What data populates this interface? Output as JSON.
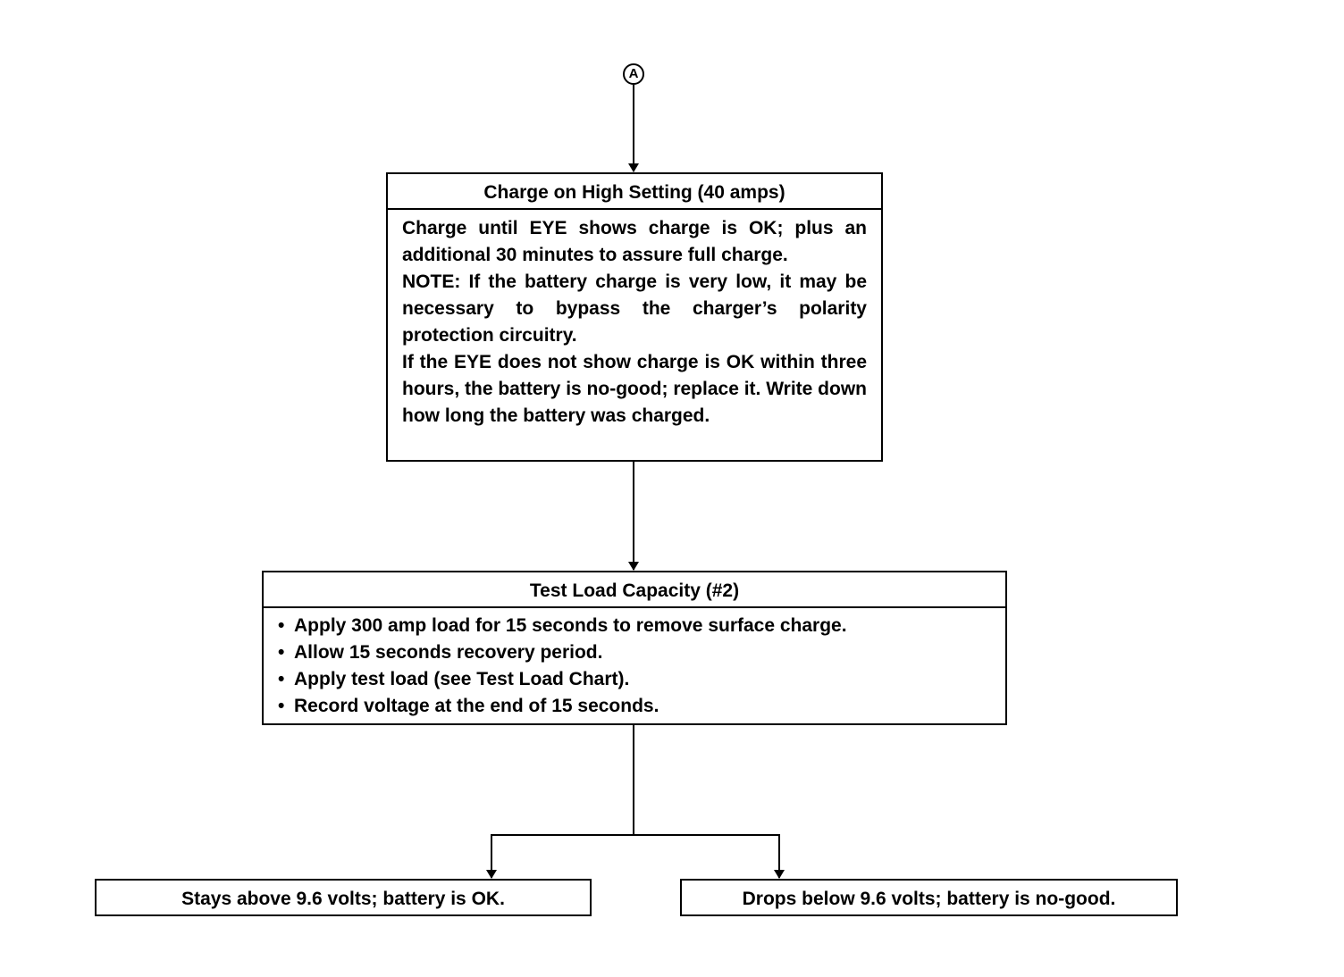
{
  "connector": {
    "label": "A"
  },
  "charge_box": {
    "title": "Charge on High Setting (40 amps)",
    "paragraphs": [
      "Charge until EYE shows charge is OK; plus an additional 30 minutes to assure full charge.",
      "NOTE: If the battery charge is very low, it may be necessary to bypass the charger’s polarity protection circuitry.",
      "If the EYE does not show charge is OK within three hours, the battery is no-good; replace it. Write down how long the battery was charged."
    ]
  },
  "test_box": {
    "title": "Test Load Capacity (#2)",
    "items": [
      "Apply 300 amp load for 15 seconds to remove surface charge.",
      "Allow 15 seconds recovery period.",
      "Apply test load (see Test Load Chart).",
      "Record voltage at the end of 15 seconds."
    ]
  },
  "results": {
    "ok": "Stays above 9.6 volts; battery is OK.",
    "no_good": "Drops below 9.6 volts; battery is no-good."
  }
}
